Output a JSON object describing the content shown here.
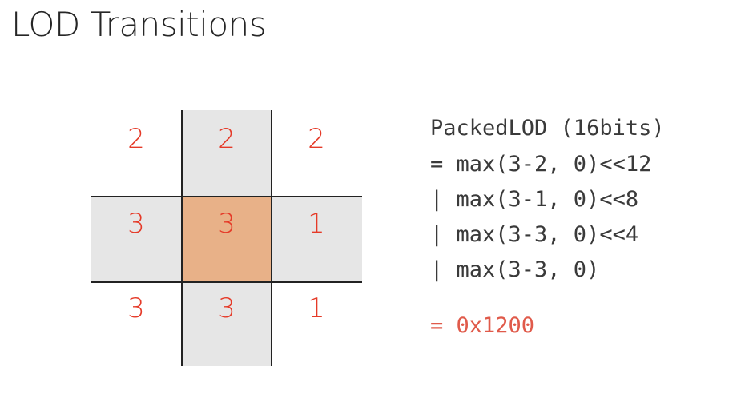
{
  "title": "LOD Transitions",
  "grid": {
    "top": [
      "2",
      "2",
      "2"
    ],
    "middle": [
      "3",
      "3",
      "1"
    ],
    "bottom": [
      "3",
      "3",
      "1"
    ]
  },
  "code": {
    "lines": [
      "PackedLOD (16bits)",
      "= max(3-2, 0)<<12",
      "| max(3-1, 0)<<8",
      "| max(3-3, 0)<<4",
      "| max(3-3, 0)"
    ],
    "result": "= 0x1200"
  },
  "colors": {
    "number": "#e53a28",
    "neighbor_fill": "#e6e6e6",
    "center_fill": "#e8b188",
    "result": "#e05a4a",
    "code": "#3a3a3a"
  }
}
